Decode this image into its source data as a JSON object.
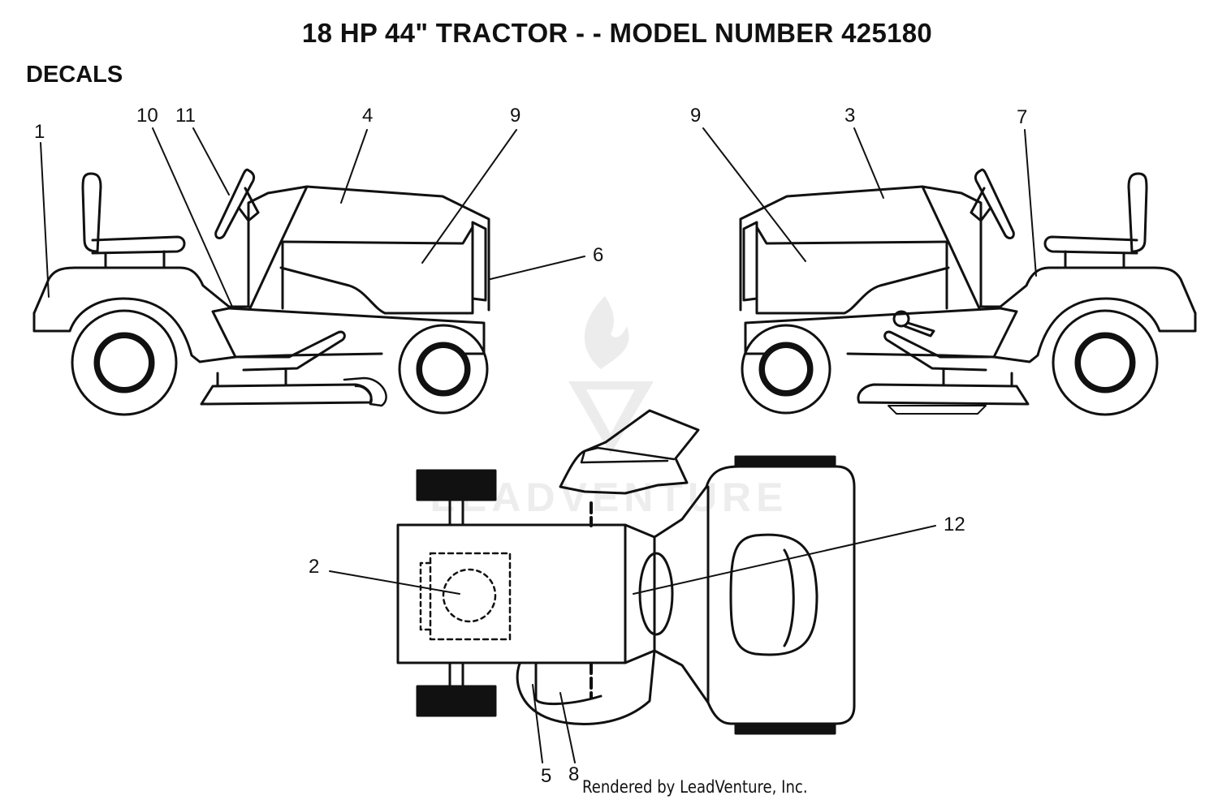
{
  "title": "18 HP 44\" TRACTOR - - MODEL NUMBER 425180",
  "section": "DECALS",
  "watermark": "LEADVENTURE",
  "credit": "Rendered by LeadVenture, Inc.",
  "callouts": {
    "n1": "1",
    "n10": "10",
    "n11": "11",
    "n4": "4",
    "n9_left": "9",
    "n6": "6",
    "n9_right": "9",
    "n3": "3",
    "n7": "7",
    "n12": "12",
    "n2": "2",
    "n5": "5",
    "n8": "8"
  }
}
